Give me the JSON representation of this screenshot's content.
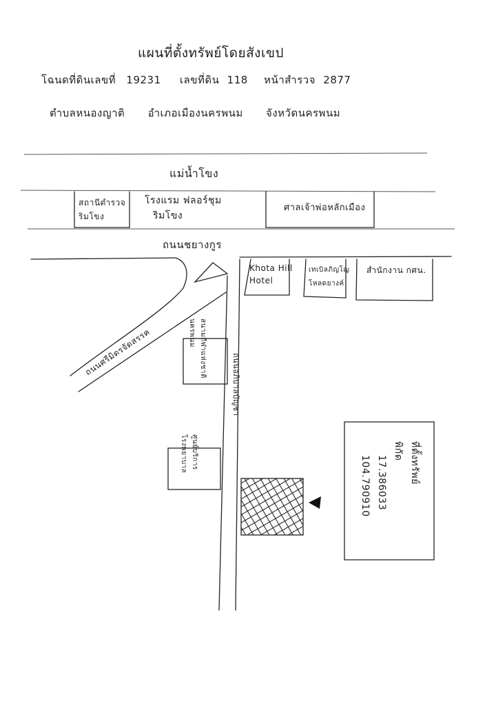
{
  "header": {
    "title": "แผนที่ตั้งทรัพย์โดยสังเขป",
    "deed_line": {
      "deed_label": "โฉนดที่ดินเลขที่",
      "deed_no": "19231",
      "land_label": "เลขที่ดิน",
      "land_no": "118",
      "survey_label": "หน้าสำรวจ",
      "survey_no": "2877"
    },
    "location_line": {
      "subdistrict": "ตำบลหนองญาติ",
      "district": "อำเภอเมืองนครพนม",
      "province": "จังหวัดนครพนม"
    }
  },
  "map": {
    "river": "แม่น้ำโขง",
    "road_main": "ถนนชยางกูร",
    "road_diag": "ถนนศรีมิตรจัดสรรค",
    "road_vertical": "ถนนอภิบาลบัญชา",
    "buildings_top": [
      {
        "line1": "สถานีตำรวจ",
        "line2": "ริมโขง"
      },
      {
        "line1": "โรงแรม ฟลอร์ชุม",
        "line2": "ริมโขง"
      },
      {
        "line1": "ศาลเจ้าพ่อหลักเมือง",
        "line2": ""
      }
    ],
    "buildings_mid": [
      {
        "line1": "Khota Hill",
        "line2": "Hotel"
      },
      {
        "line1": "เทเบิลภิญโญ",
        "line2": "โหลดยางค์"
      },
      {
        "line1": "สำนักงาน กศน.",
        "line2": ""
      }
    ],
    "building_left1": {
      "line1": "สนามกีฬาแห่งชาติ",
      "line2": "นครพนม"
    },
    "building_left2": {
      "line1": "ศูนย์บริการ",
      "line2": "โรงพยาบาล"
    },
    "property_box": {
      "title": "ที่ตั้งทรัพย์",
      "label": "พิกัด",
      "lat": "17.386033",
      "lon": "104.790910"
    }
  }
}
